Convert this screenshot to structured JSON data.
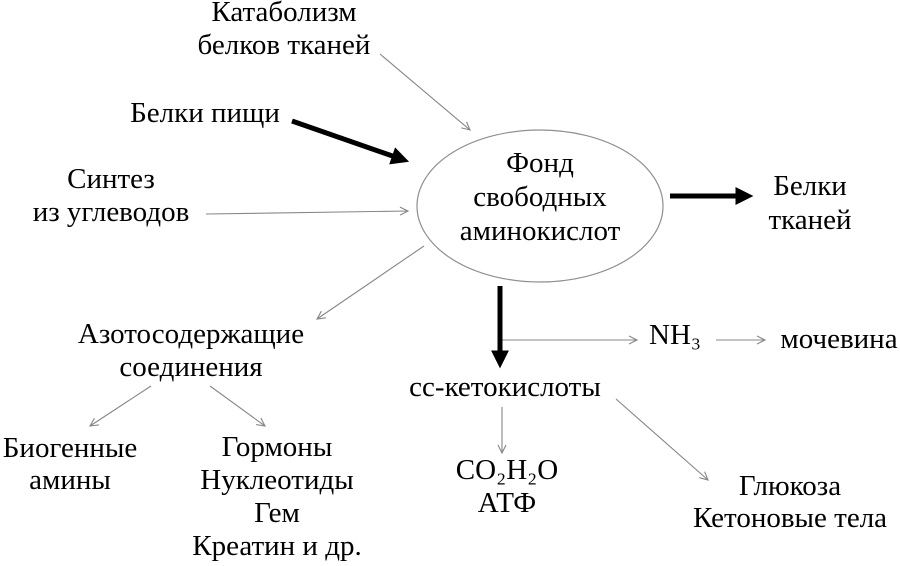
{
  "diagram": {
    "pool": {
      "label": "Фонд\nсвободных\nаминокислот"
    },
    "sources": {
      "catabolism": "Катаболизм\nбелков тканей",
      "food_proteins": "Белки пищи",
      "synthesis_from_carbohydrates": "Синтез\nиз углеводов"
    },
    "products": {
      "tissue_proteins": "Белки\nтканей",
      "nitrogen_compounds": "Азотосодержащие\nсоединения",
      "biogenic_amines": "Биогенные\nамины",
      "hormones_nucleotides": "Гормоны\nНуклеотиды\nГем\nКреатин и др.",
      "keto_acids": "сс-кетокислоты",
      "ammonia": "NH₃",
      "urea": "мочевина",
      "oxidation_products": "CO₂H₂O\nАТФ",
      "glucose_ketone_bodies": "Глюкоза\nКетоновые тела"
    },
    "colors": {
      "text": "#000000",
      "thin_line": "#878787",
      "thick_line": "#000000",
      "background": "#ffffff"
    }
  }
}
